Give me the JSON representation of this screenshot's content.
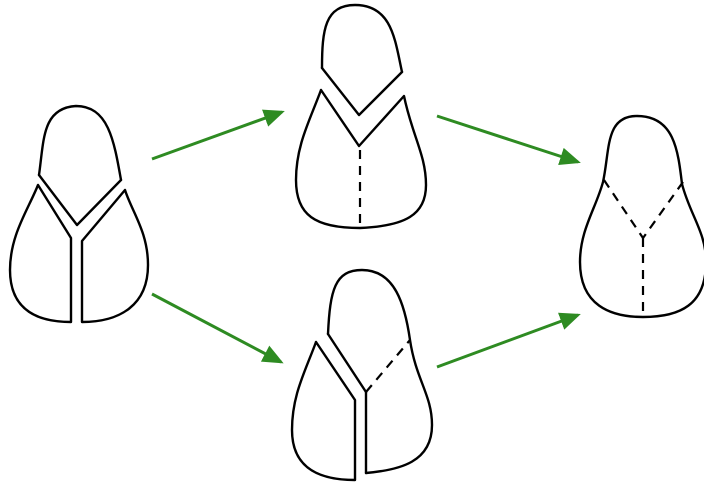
{
  "colors": {
    "outline": "#000000",
    "arrow": "#2e8b22",
    "background": "#ffffff"
  },
  "shapes": [
    {
      "id": "start",
      "state": "all-seams-cut"
    },
    {
      "id": "top-middle",
      "state": "vertical-seam-glued"
    },
    {
      "id": "bottom-middle",
      "state": "right-seam-glued"
    },
    {
      "id": "end",
      "state": "all-seams-glued"
    }
  ],
  "arrows": [
    {
      "from": "start",
      "to": "top-middle"
    },
    {
      "from": "start",
      "to": "bottom-middle"
    },
    {
      "from": "top-middle",
      "to": "end"
    },
    {
      "from": "bottom-middle",
      "to": "end"
    }
  ]
}
